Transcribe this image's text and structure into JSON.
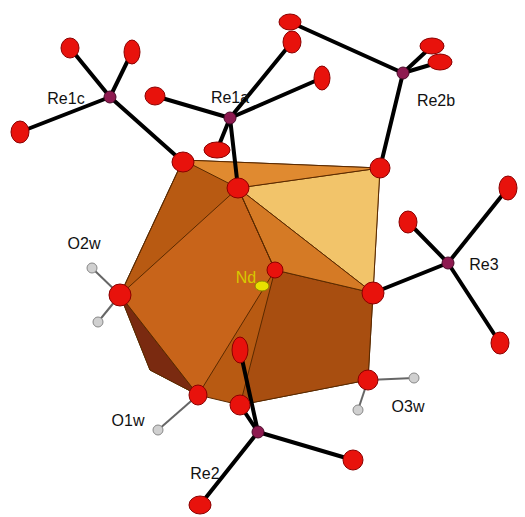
{
  "diagram": {
    "labels": [
      "Re1c",
      "Re1a",
      "Re2b",
      "Nd",
      "O2w",
      "Re3",
      "O1w",
      "O3w",
      "Re2"
    ]
  }
}
